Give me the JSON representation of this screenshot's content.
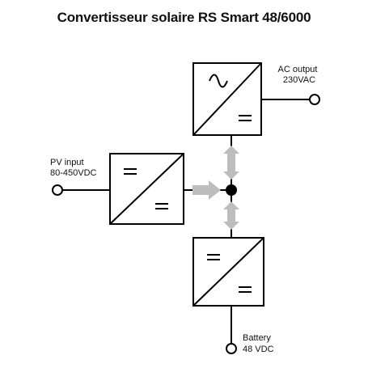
{
  "title": "Convertisseur solaire RS Smart 48/6000",
  "ports": {
    "ac_output": {
      "label": "AC output",
      "value": "230VAC"
    },
    "pv_input": {
      "label": "PV input",
      "value": "80-450VDC"
    },
    "battery": {
      "label": "Battery",
      "value": "48 VDC"
    }
  },
  "colors": {
    "line": "#000000",
    "arrow": "#bdbdbd",
    "background": "#ffffff"
  },
  "icons": {
    "ac_converter": [
      "ac-sine-icon",
      "dc-equals-icon"
    ],
    "pv_converter": [
      "dc-equals-icon",
      "dc-equals-icon"
    ],
    "battery_converter": [
      "dc-equals-icon",
      "dc-equals-icon"
    ]
  }
}
